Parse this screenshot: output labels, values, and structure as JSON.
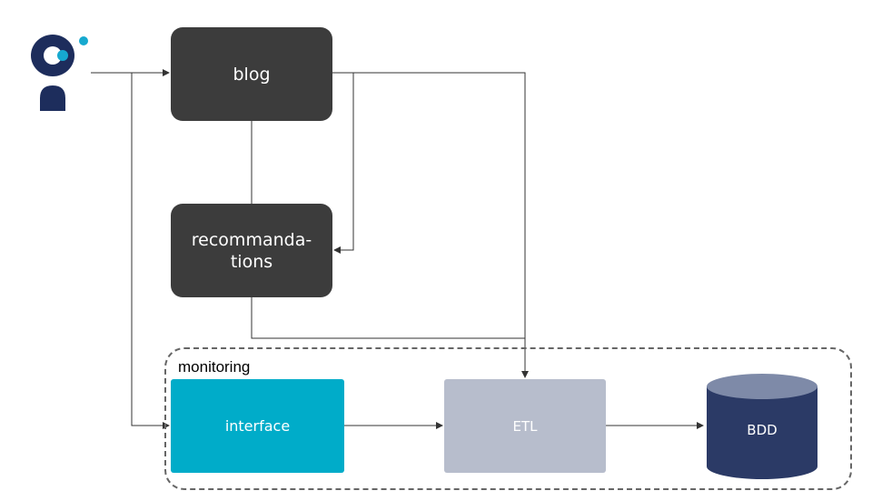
{
  "nodes": {
    "blog": {
      "label": "blog"
    },
    "recommandations": {
      "label": "recommanda-\ntions"
    },
    "interface": {
      "label": "interface"
    },
    "etl": {
      "label": "ETL"
    },
    "bdd": {
      "label": "BDD"
    }
  },
  "groups": {
    "monitoring": {
      "label": "monitoring"
    }
  },
  "colors": {
    "dark_box": "#3c3c3c",
    "interface": "#00acc9",
    "etl": "#b7bdcc",
    "bdd_body": "#2b3a66",
    "bdd_top": "#7e8aa8",
    "user_icon": "#1d2d5c",
    "user_accent": "#16a9cf",
    "connector": "#333333"
  },
  "icons": {
    "user": "user-icon"
  }
}
